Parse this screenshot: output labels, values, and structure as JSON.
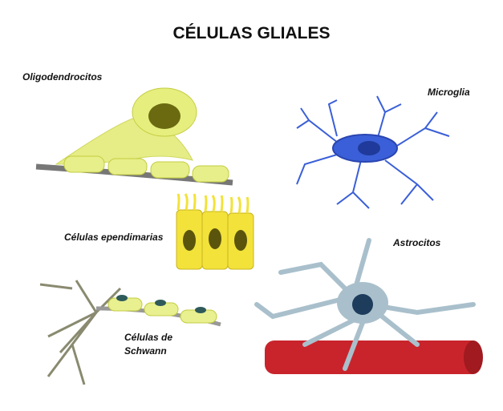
{
  "title": "CÉLULAS GLIALES",
  "labels": {
    "oligodendrocitos": "Oligodendrocitos",
    "microglia": "Microglia",
    "ependimarias": "Células ependimarias",
    "astrocitos": "Astrocitos",
    "schwann_line1": "Células de",
    "schwann_line2": "Schwann"
  },
  "colors": {
    "glia_yellow": "#e4ec7a",
    "ependymal_yellow": "#f2e23a",
    "microglia_blue": "#3a5fd8",
    "astrocyte_gray": "#a9c0cc",
    "vessel_red": "#c9242c"
  }
}
